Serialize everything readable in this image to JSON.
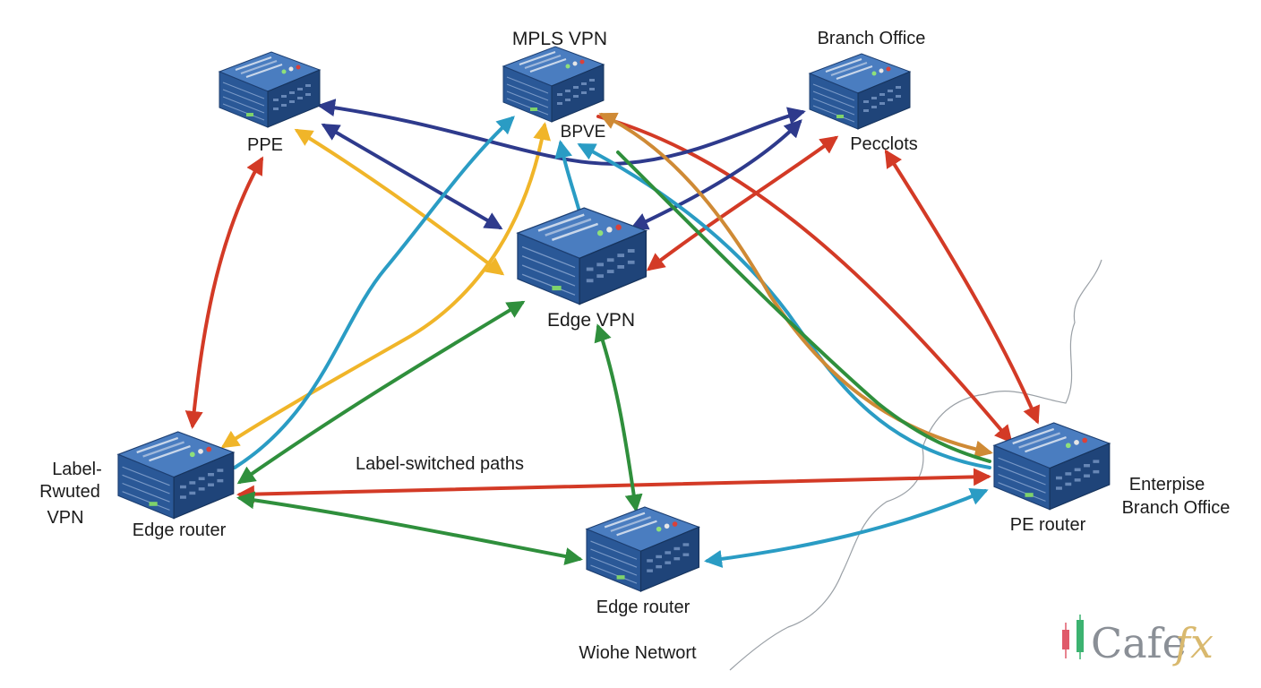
{
  "labels": {
    "top_center_title": "MPLS VPN",
    "top_right_title": "Branch Office",
    "node_ppe": "PPE",
    "node_bpve": "BPVE",
    "node_pecclots": "Pecclots",
    "node_edge_vpn": "Edge VPN",
    "left_caption_line1": "Label-",
    "left_caption_line2": "Rwuted",
    "left_caption_line3": "VPN",
    "node_edge_router_left": "Edge router",
    "center_caption": "Label-switched paths",
    "node_edge_router_bottom": "Edge router",
    "bottom_caption": "Wiohe Networt",
    "node_pe_router": "PE router",
    "right_caption_line1": "Enterpise",
    "right_caption_line2": "Branch Office"
  },
  "watermark": {
    "text_main": "Cafe",
    "text_accent": "fx"
  },
  "colors": {
    "red": "#d33a26",
    "yellow": "#f0b529",
    "navy": "#2e3a8c",
    "teal": "#2a9cc4",
    "orange": "#cf8a35",
    "green": "#2f8f3c",
    "router_top": "#3f6fb0",
    "router_front": "#244f8a",
    "router_side": "#1c3e70"
  }
}
